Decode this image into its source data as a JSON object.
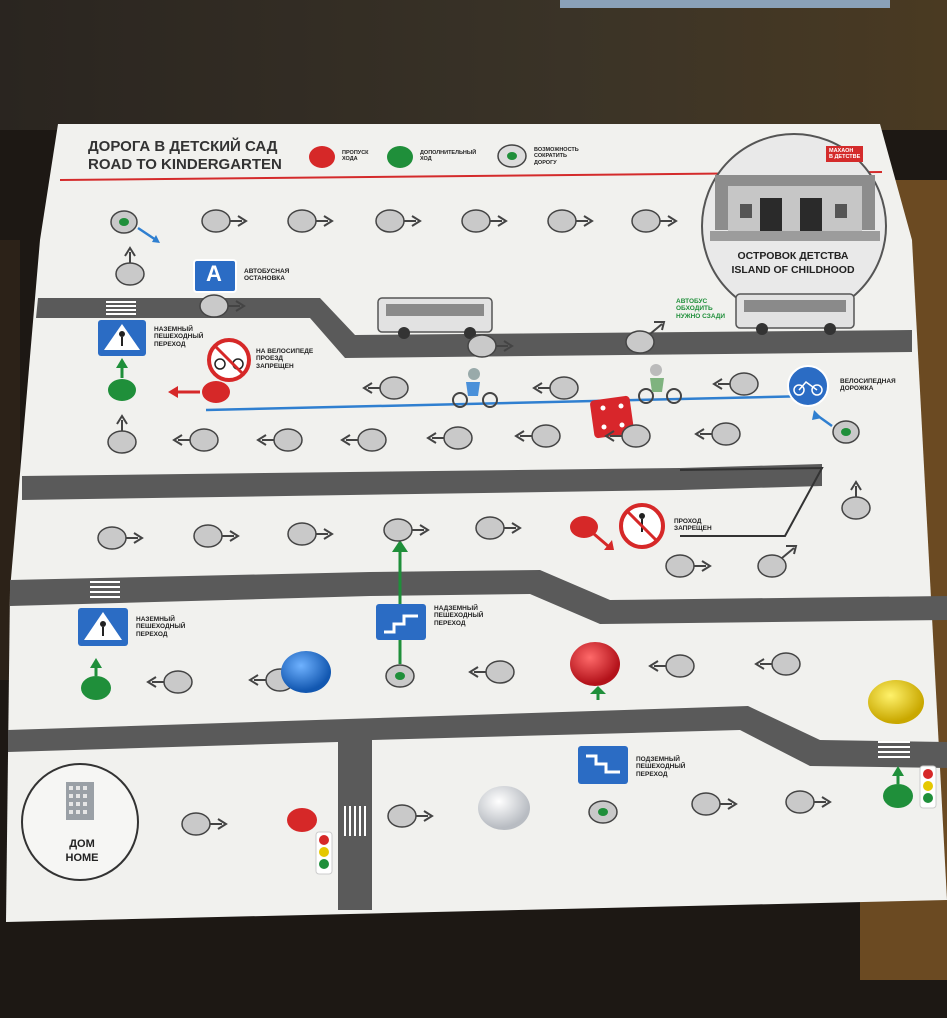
{
  "board": {
    "title_ru": "ДОРОГА В ДЕТСКИЙ САД",
    "title_en": "ROAD TO KINDERGARTEN",
    "brand": "МАХАОН\nВ ДЕТСТВЕ",
    "legend": {
      "skip": "ПРОПУСК\nХОДА",
      "extra": "ДОПОЛНИТЕЛЬНЫЙ\nХОД",
      "shortcut": "ВОЗМОЖНОСТЬ\nСОКРАТИТЬ\nДОРОГУ"
    },
    "signs": {
      "bus_stop": "АВТОБУСНАЯ\nОСТАНОВКА",
      "crossing_top": "НАЗЕМНЫЙ\nПЕШЕХОДНЫЙ\nПЕРЕХОД",
      "no_bikes": "НА ВЕЛОСИПЕДЕ\nПРОЕЗД\nЗАПРЕЩЕН",
      "bus_behind": "АВТОБУС\nОБХОДИТЬ\nНУЖНО СЗАДИ",
      "bike_lane": "ВЕЛОСИПЕДНАЯ\nДОРОЖКА",
      "no_pass": "ПРОХОД\nЗАПРЕЩЕН",
      "overpass": "НАДЗЕМНЫЙ\nПЕШЕХОДНЫЙ\nПЕРЕХОД",
      "crossing_mid": "НАЗЕМНЫЙ\nПЕШЕХОДНЫЙ\nПЕРЕХОД",
      "underpass": "ПОДЗЕМНЫЙ\nПЕШЕХОДНЫЙ\nПЕРЕХОД"
    },
    "finish": {
      "line1": "ОСТРОВОК ДЕТСТВА",
      "line2": "ISLAND OF CHILDHOOD"
    },
    "start": {
      "line1": "ДОМ",
      "line2": "HOME"
    },
    "bus_stop_letter": "A",
    "colors": {
      "board": "#f4f4f2",
      "road": "#5a5a5a",
      "space": "#c9c9c9",
      "red": "#d62828",
      "green": "#1f8f3a",
      "blue_token": "#1e6fd0",
      "yellow_token": "#e5c800",
      "sign_blue": "#2b6cc4",
      "bike_lane": "#2f7fd0"
    },
    "icons": [
      "arrow-right-icon",
      "arrow-left-icon",
      "arrow-up-icon",
      "bus-icon",
      "cyclist-icon",
      "pedestrian-icon",
      "no-bicycle-icon",
      "no-pedestrian-icon",
      "bicycle-icon",
      "traffic-light-icon",
      "building-icon",
      "die-icon"
    ]
  }
}
